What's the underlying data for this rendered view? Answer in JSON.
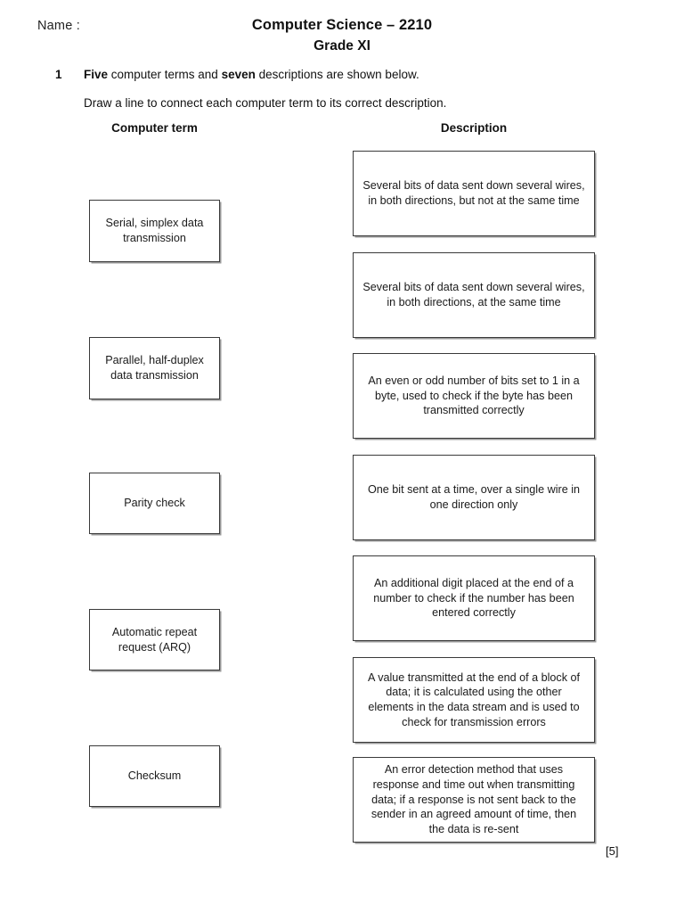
{
  "header": {
    "name_label": "Name :",
    "title": "Computer Science – 2210",
    "subtitle": "Grade XI"
  },
  "question": {
    "number": "1",
    "line1_prefix": "",
    "line1_bold_1": "Five",
    "line1_mid": " computer terms and ",
    "line1_bold_2": "seven",
    "line1_suffix": " descriptions are shown below.",
    "line1_plain": "Five computer terms and seven descriptions are shown below.",
    "line2": "Draw a line to connect each computer term to its correct description.",
    "marks": "[5]"
  },
  "columns": {
    "left_header": "Computer term",
    "right_header": "Description"
  },
  "terms": [
    {
      "label": "Serial, simplex data transmission"
    },
    {
      "label": "Parallel, half-duplex data transmission"
    },
    {
      "label": "Parity check"
    },
    {
      "label": "Automatic repeat request (ARQ)"
    },
    {
      "label": "Checksum"
    }
  ],
  "descriptions": [
    {
      "label": "Several bits of data sent down several wires, in both directions, but not at the same time"
    },
    {
      "label": "Several bits of data sent down several wires, in both directions, at the same time"
    },
    {
      "label": "An even or odd number of bits set to 1 in a byte, used to check if the byte has been transmitted correctly"
    },
    {
      "label": "One bit sent at a time, over a single wire in one direction only"
    },
    {
      "label": "An additional digit placed at the end of a number to check if the number has been entered correctly"
    },
    {
      "label": "A value transmitted at the end of a block of data; it is calculated using the other elements in the data stream and is used to check for transmission errors"
    },
    {
      "label": "An error detection method that uses response and time out when transmitting data; if a response is not sent back to the sender in an agreed amount of time, then the data is re-sent"
    }
  ],
  "colors": {
    "text": "#1a1a1a",
    "box_border": "#3a3a3a",
    "box_shadow": "#9a9a9a",
    "page_background": "#ffffff"
  }
}
